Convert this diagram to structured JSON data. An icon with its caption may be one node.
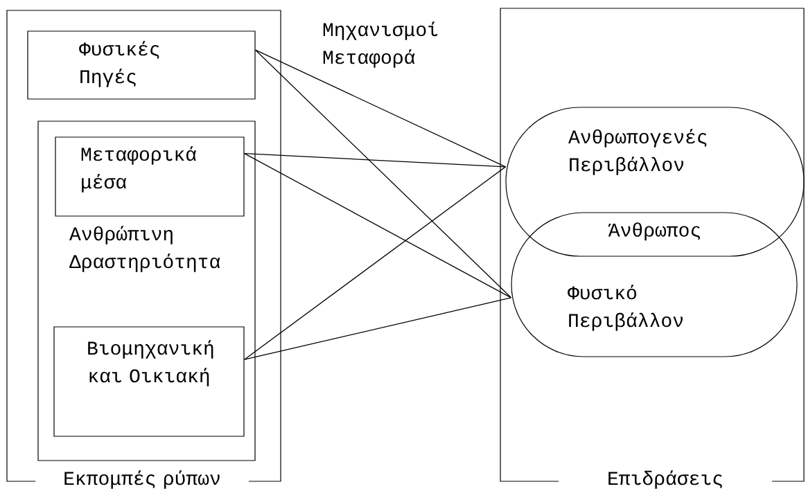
{
  "diagram": {
    "nodes": [
      {
        "text": [
          "Εκπομπές ρύπων"
        ]
      },
      {
        "text": [
          "Φυσικές Πηγές"
        ],
        "in": 0
      },
      {
        "text": [
          "Ανθρώπινη Δραστηριότητα"
        ],
        "in": 0
      },
      {
        "text": [
          "Μεταφορικά μέσα"
        ],
        "in": 2
      },
      {
        "text": [
          "Βιομηχανική και Οικιακή"
        ],
        "in": 2
      },
      {
        "text": [
          "Επιδράσεις"
        ]
      },
      {
        "text": [
          "Ανθρωπογενές Περιβάλλον"
        ],
        "in": 5
      },
      {
        "text": [
          "Φυσικό Περιβάλλον"
        ],
        "in": 5
      }
    ],
    "edges": [
      {
        "from": 1,
        "to": 6,
        "arrow": "none"
      },
      {
        "from": 1,
        "to": 7,
        "arrow": "none"
      },
      {
        "from": 3,
        "to": 6,
        "arrow": "none"
      },
      {
        "from": 3,
        "to": 7,
        "arrow": "none"
      },
      {
        "from": 4,
        "to": 6,
        "arrow": "none"
      },
      {
        "from": 4,
        "to": 7,
        "arrow": "none"
      }
    ],
    "labels": [
      "Μηχανισμοί Μεταφορά",
      "Άνθρωπος"
    ]
  }
}
